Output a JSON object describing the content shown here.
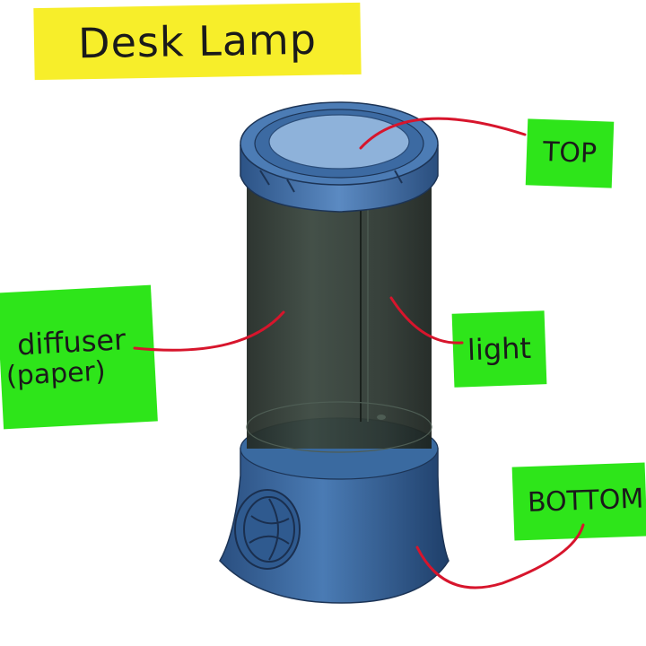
{
  "title": "Desk Lamp",
  "labels": {
    "top": "TOP",
    "light": "light",
    "bottom": "BOTTOM",
    "diffuser_line1": "diffuser",
    "diffuser_line2": "(paper)"
  },
  "colors": {
    "title_highlight": "#f7ee2a",
    "label_highlight": "#2ee51a",
    "leader_line": "#d7152c",
    "lamp_blue": "#3f6fa6",
    "diffuser_tint": "#2f3b33"
  },
  "icons": [
    "lamp-illustration"
  ]
}
